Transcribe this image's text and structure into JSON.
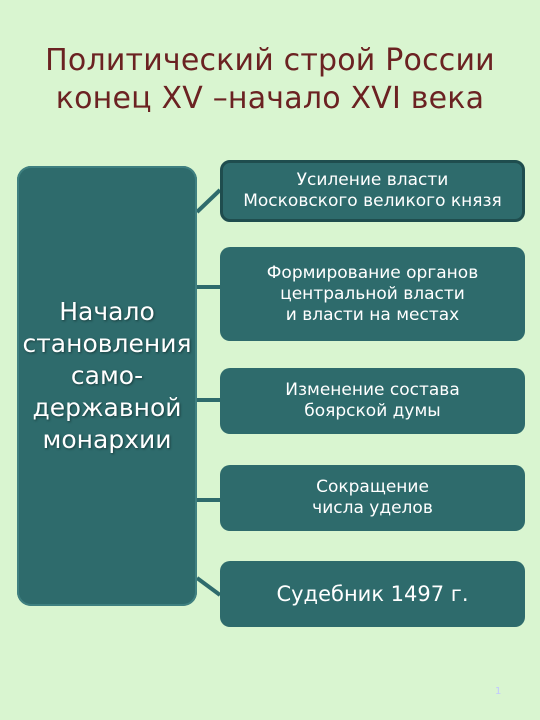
{
  "title": {
    "line1": "Политический строй России",
    "line2": "конец XV –начало XVI века"
  },
  "main": {
    "line1": "Начало",
    "line2": "становления",
    "line3": "само-",
    "line4": "державной",
    "line5": "монархии"
  },
  "boxes": [
    {
      "line1": "Усиление власти",
      "line2": "Московского великого князя"
    },
    {
      "line1": "Формирование органов",
      "line2": "центральной власти",
      "line3": "и власти на местах"
    },
    {
      "line1": "Изменение состава",
      "line2": "боярской думы"
    },
    {
      "line1": "Сокращение",
      "line2": "числа уделов"
    },
    {
      "line1": "Судебник 1497 г."
    }
  ],
  "colors": {
    "background": "#d9f5d0",
    "title": "#6b2222",
    "box": "#2e6b6c"
  },
  "page_number": "1"
}
